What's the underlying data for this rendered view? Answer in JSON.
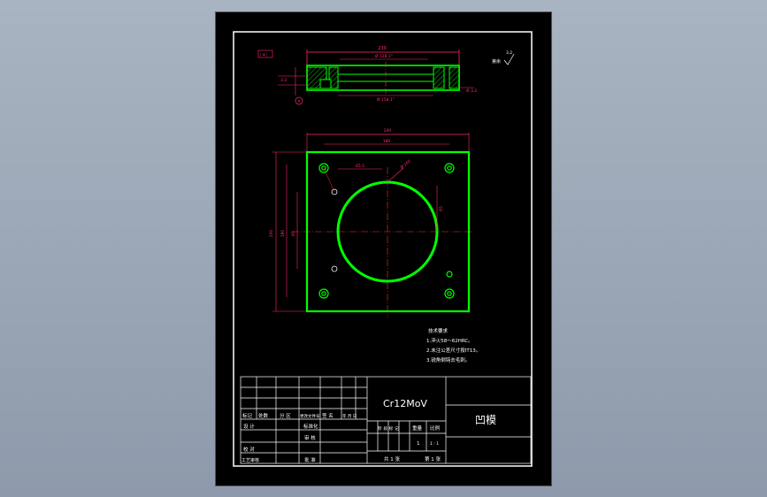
{
  "drawing": {
    "background_color": "#000000",
    "line_color": "#ffffff",
    "part_color": "#00ff00",
    "dim_color": "#ff2b6b",
    "center_color": "#ff3030",
    "top_view": {
      "dim_top": "230",
      "dim_bore": "Ø 128.1°",
      "dim_inner": "Ø 158.1°",
      "dim_left_h": "3.2",
      "dim_right_h": "Ø 3.2",
      "note_box": "| ⊗ |",
      "surface": "第余",
      "roughness": "3.2",
      "section_mark": "A"
    },
    "plan_view": {
      "dim_width": "200",
      "dim_inner_width": "180",
      "dim_height": "200",
      "dim_inner_height": "180",
      "dim_hole_a": "65.5",
      "dim_diameter": "Ø 165",
      "dim_side": "65"
    },
    "notes": {
      "title": "技术要求",
      "line1": "1.淬火58～62HRC。",
      "line2": "2.未注公差尺寸按IT13。",
      "line3": "3.锐角倒钝去毛刺。"
    },
    "title_block": {
      "material": "Cr12MoV",
      "part_name": "凹模",
      "rev_headers": [
        "标记",
        "处数",
        "分 区",
        "更改文件号",
        "签 名",
        "年 月 日"
      ],
      "design": "设 计",
      "standardize": "标准化",
      "review": "审 核",
      "approve": "批 准",
      "process": "工艺审核",
      "check": "校 对",
      "stage_label": "阶 段 标 记",
      "weight_label": "重量",
      "scale_label": "比例",
      "weight_value": "1",
      "scale_value": "1 : 1",
      "sheets_total": "共 1 张",
      "sheet_no": "第 1 张"
    }
  }
}
